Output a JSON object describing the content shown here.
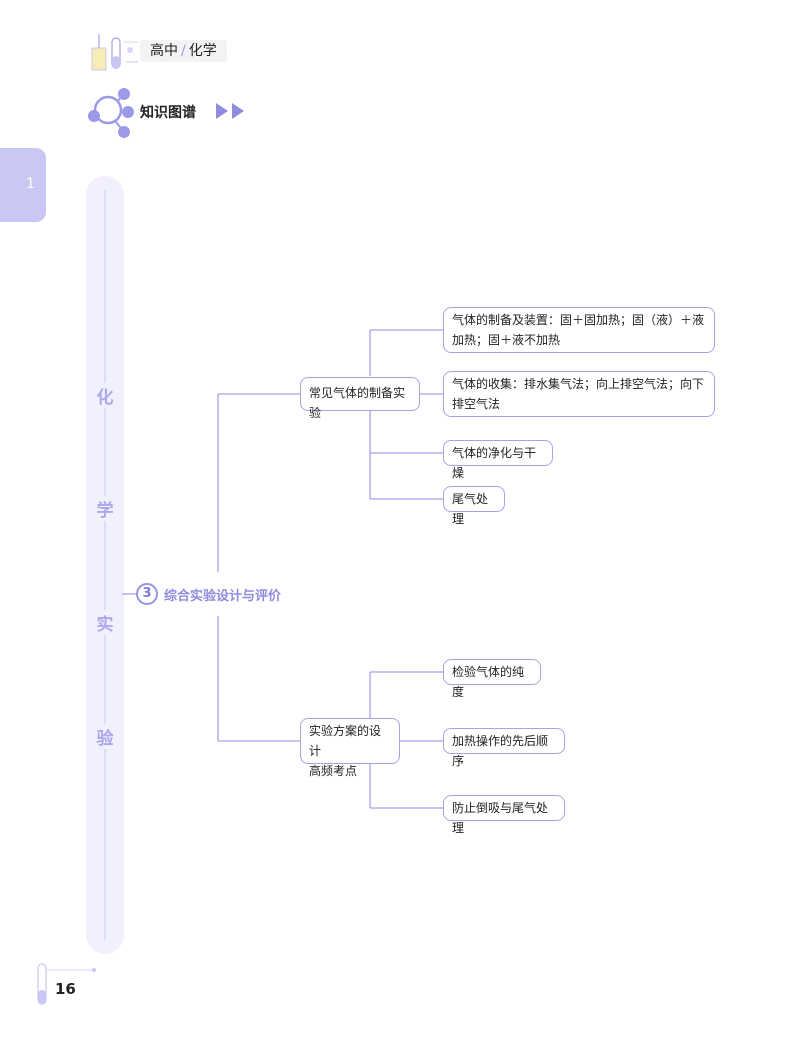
{
  "header": {
    "stage": "高中",
    "separator": "/",
    "subject": "化学"
  },
  "section": {
    "title": "知识图谱"
  },
  "side_tab": {
    "label": "1"
  },
  "band": {
    "chars": [
      "化",
      "学",
      "实",
      "验"
    ]
  },
  "mindmap": {
    "center": {
      "number": "3",
      "label": "综合实验设计与评价"
    },
    "branch1": {
      "label": "常见气体的制备实验",
      "items": [
        "气体的制备及装置：固＋固加热；固（液）＋液加热；固＋液不加热",
        "气体的收集：排水集气法；向上排空气法；向下排空气法",
        "气体的净化与干燥",
        "尾气处理"
      ]
    },
    "branch2": {
      "label_line1": "实验方案的设计",
      "label_line2": "高频考点",
      "items": [
        "检验气体的纯度",
        "加热操作的先后顺序",
        "防止倒吸与尾气处理"
      ]
    }
  },
  "page_number": "16",
  "colors": {
    "accent": "#a5a3ec",
    "accent_dark": "#8f8ce0",
    "band": "#f1f1fd",
    "tab": "#c9c8f5"
  }
}
